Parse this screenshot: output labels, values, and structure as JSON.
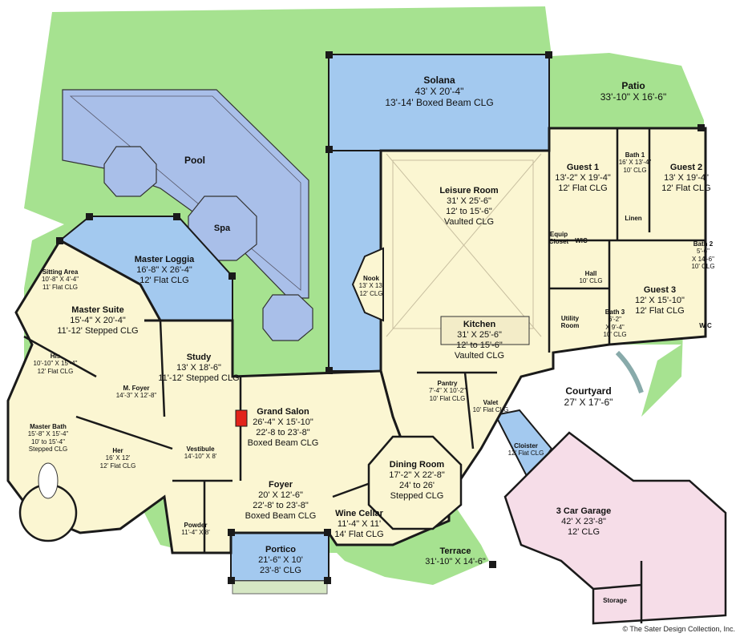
{
  "colors": {
    "lawn": "#a6e290",
    "pool": "#a9bfe9",
    "loggia": "#a3c9ef",
    "interior": "#fbf6d2",
    "garage": "#f6dde8",
    "wall": "#1a1a1a",
    "fireplace": "#e2231a"
  },
  "rooms": {
    "solana": {
      "name": "Solana",
      "dims": "43' X 20'-4\"",
      "clg": "13'-14' Boxed Beam CLG"
    },
    "patio": {
      "name": "Patio",
      "dims": "33'-10\" X 16'-6\""
    },
    "pool": {
      "name": "Pool"
    },
    "spa": {
      "name": "Spa"
    },
    "guest1": {
      "name": "Guest 1",
      "dims": "13'-2\" X 19'-4\"",
      "clg": "12' Flat CLG"
    },
    "bath1": {
      "name": "Bath 1",
      "dims": "16' X 13'-4\"",
      "clg": "10' CLG"
    },
    "guest2": {
      "name": "Guest 2",
      "dims": "13' X 19'-4\"",
      "clg": "12' Flat CLG"
    },
    "leisure": {
      "name": "Leisure Room",
      "dims": "31' X 25'-6\"",
      "clg": "12' to 15'-6\"",
      "clg2": "Vaulted CLG"
    },
    "linen": {
      "name": "Linen"
    },
    "equip": {
      "name": "Equip",
      "name2": "Closet"
    },
    "wic1": {
      "name": "WIC"
    },
    "bath2": {
      "name": "Bath 2",
      "dims": "5'-6\"",
      "dims2": "X 14'-6\"",
      "clg": "10' CLG"
    },
    "masterLoggia": {
      "name": "Master Loggia",
      "dims": "16'-8\" X 26'-4\"",
      "clg": "12' Flat CLG"
    },
    "sitting": {
      "name": "Sitting Area",
      "dims": "10'-8\" X 4'-4\"",
      "clg": "11' Flat CLG"
    },
    "nook": {
      "name": "Nook",
      "dims": "13' X 13'",
      "clg": "12' CLG"
    },
    "hall": {
      "name": "Hall",
      "clg": "10' CLG"
    },
    "guest3": {
      "name": "Guest 3",
      "dims": "12' X 15'-10\"",
      "clg": "12' Flat CLG"
    },
    "masterSuite": {
      "name": "Master Suite",
      "dims": "15'-4\" X 20'-4\"",
      "clg": "11'-12' Stepped CLG"
    },
    "bath3": {
      "name": "Bath 3",
      "dims": "6'-2\"",
      "dims2": "X 9'-4\"",
      "clg": "10' CLG"
    },
    "utility": {
      "name": "Utility",
      "name2": "Room"
    },
    "wic3": {
      "name": "WIC"
    },
    "kitchen": {
      "name": "Kitchen",
      "dims": "31' X 25'-6\"",
      "clg": "12' to 15'-6\"",
      "clg2": "Vaulted CLG"
    },
    "study": {
      "name": "Study",
      "dims": "13' X 18'-6\"",
      "clg": "11'-12' Stepped CLG"
    },
    "his": {
      "name": "His",
      "dims": "10'-10\" X 15'-4\"",
      "clg": "12' Flat CLG"
    },
    "mfoyer": {
      "name": "M. Foyer",
      "dims": "14'-3\" X 12'-8\""
    },
    "pantry": {
      "name": "Pantry",
      "dims": "7'-4\" X 10'-2\"",
      "clg": "10' Flat CLG"
    },
    "courtyard": {
      "name": "Courtyard",
      "dims": "27' X 17'-6\""
    },
    "grandSalon": {
      "name": "Grand Salon",
      "dims": "26'-4\" X 15'-10\"",
      "clg": "22'-8 to 23'-8\"",
      "clg2": "Boxed Beam CLG"
    },
    "valet": {
      "name": "Valet",
      "clg": "10' Flat CLG"
    },
    "masterBath": {
      "name": "Master Bath",
      "dims": "15'-8\" X 15'-4\"",
      "clg": "10' to 15'-4\"",
      "clg2": "Stepped CLG"
    },
    "her": {
      "name": "Her",
      "dims": "16' X 12'",
      "clg": "12' Flat CLG"
    },
    "vestibule": {
      "name": "Vestibule",
      "dims": "14'-10\" X 8'"
    },
    "cloister": {
      "name": "Cloister",
      "clg": "12' Flat CLG"
    },
    "dining": {
      "name": "Dining Room",
      "dims": "17'-2\" X 22'-8\"",
      "clg": "24' to 26'",
      "clg2": "Stepped CLG"
    },
    "foyer": {
      "name": "Foyer",
      "dims": "20' X 12'-6\"",
      "clg": "22'-8' to 23'-8\"",
      "clg2": "Boxed Beam CLG"
    },
    "garage": {
      "name": "3 Car Garage",
      "dims": "42' X 23'-8\"",
      "clg": "12' CLG"
    },
    "powder": {
      "name": "Powder",
      "dims": "11'-4\" X 8'"
    },
    "wine": {
      "name": "Wine Cellar",
      "dims": "11'-4\" X 11'",
      "clg": "14' Flat CLG"
    },
    "terrace": {
      "name": "Terrace",
      "dims": "31'-10\" X 14'-6\""
    },
    "portico": {
      "name": "Portico",
      "dims": "21'-6\" X 10'",
      "clg": "23'-8' CLG"
    },
    "storage": {
      "name": "Storage"
    }
  },
  "copyright": "© The Sater Design Collection, Inc."
}
